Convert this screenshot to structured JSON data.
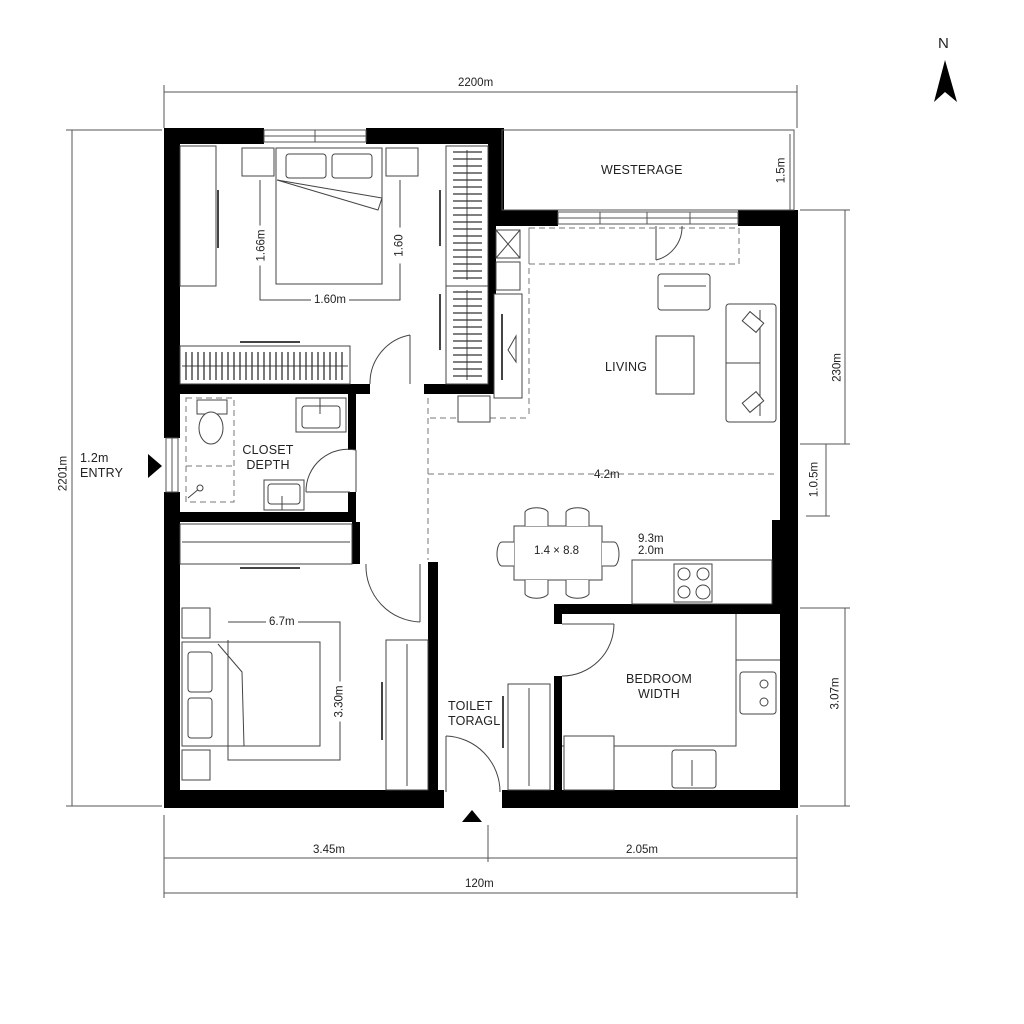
{
  "compass": {
    "label": "N",
    "icon": "north-arrow-icon"
  },
  "rooms": {
    "storage": {
      "label": "WESTERAGE",
      "height_dim": "1.5m"
    },
    "living": {
      "label": "LIVING"
    },
    "bath": {
      "line1": "CLOSET",
      "line2": "DEPTH"
    },
    "bedroom_small": {
      "line1": "BEDROOM",
      "line2": "WIDTH"
    },
    "toilet": {
      "line1": "TOILET",
      "line2": "TORAGL"
    },
    "entry": {
      "line1": "1.2m",
      "line2": "ENTRY"
    }
  },
  "furniture": {
    "master_bed": {
      "width": "1.60m",
      "length_left": "1.66m",
      "length_right": "1.60"
    },
    "second_bed": {
      "width": "6.7m",
      "length": "3.30m"
    },
    "dining_table": {
      "label": "1.4 × 8.8"
    },
    "kitchen_counter": {
      "line1": "9.3m",
      "line2": "2.0m"
    }
  },
  "dimensions": {
    "top_overall": "2200m",
    "left_overall": "2201m",
    "right_upper": "230m",
    "right_middle": "1.0.5m",
    "right_lower": "3.07m",
    "living_width": "4.2m",
    "bottom_left": "3.45m",
    "bottom_right": "2.05m",
    "bottom_overall": "120m"
  },
  "colors": {
    "wall": "#000000",
    "line": "#555555",
    "dim_line": "#444444",
    "background": "#ffffff"
  }
}
